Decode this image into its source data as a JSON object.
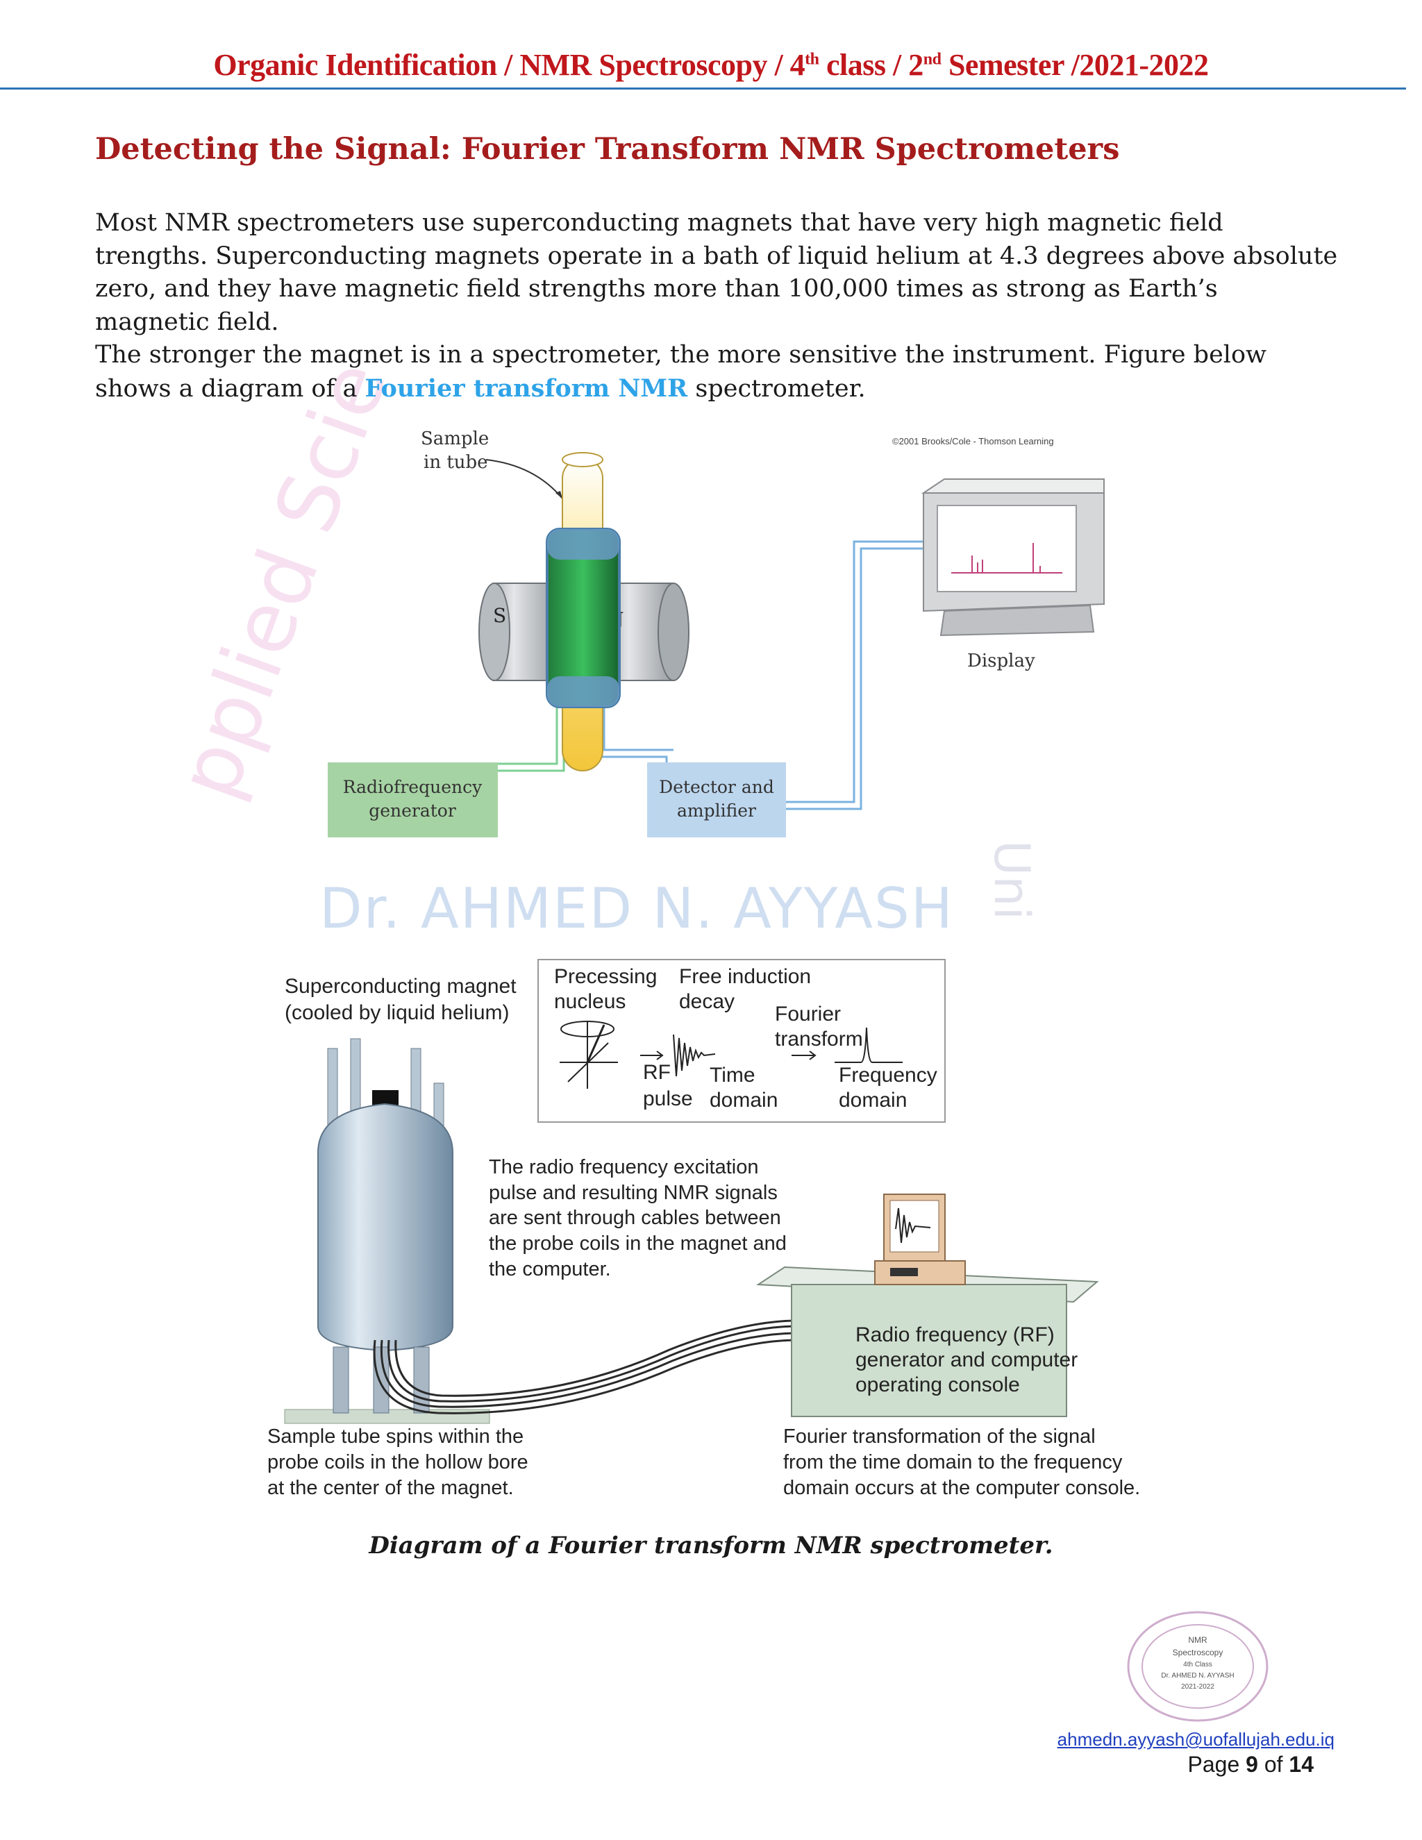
{
  "header": {
    "part1": "Organic Identification / NMR Spectroscopy / 4",
    "sup1": "th",
    "part2": " class / 2",
    "sup2": "nd",
    "part3": " Semester /2021-2022"
  },
  "section_heading": "Detecting the Signal: Fourier Transform NMR Spectrometers",
  "body": {
    "p1": "Most NMR spectrometers use superconducting magnets that have very high magnetic field trengths. Superconducting magnets operate in a bath of liquid helium at 4.3 degrees above absolute zero, and they have magnetic field strengths more than 100,000 times as strong as Earth’s magnetic field.",
    "p2_start": "The stronger the magnet is in a spectrometer, the more sensitive the instrument. Figure below shows a diagram of a ",
    "p2_highlight": "Fourier transform NMR",
    "p2_end": " spectrometer."
  },
  "figure_top": {
    "sample_label_1": "Sample",
    "sample_label_2": "in tube",
    "copyright": "©2001 Brooks/Cole - Thomson Learning",
    "pole_s": "S",
    "pole_n": "N",
    "display_label": "Display",
    "rf_gen_1": "Radiofrequency",
    "rf_gen_2": "generator",
    "detector_1": "Detector and",
    "detector_2": "amplifier"
  },
  "watermarks": {
    "name": "Dr. AHMED N. AYYASH",
    "left": "pplied Scie",
    "right": "Uni"
  },
  "figure_bottom": {
    "magnet_label_1": "Superconducting magnet",
    "magnet_label_2": "(cooled by liquid helium)",
    "precessing_1": "Precessing",
    "precessing_2": "nucleus",
    "fid_1": "Free induction",
    "fid_2": "decay",
    "fourier_1": "Fourier",
    "fourier_2": "transform",
    "rf_1": "RF",
    "rf_2": "pulse",
    "time_1": "Time",
    "time_2": "domain",
    "freq_1": "Frequency",
    "freq_2": "domain",
    "cables_1": "The radio frequency excitation",
    "cables_2": "pulse and resulting NMR signals",
    "cables_3": "are sent through cables between",
    "cables_4": "the probe coils in the magnet and",
    "cables_5": "the computer.",
    "console_1": "Radio frequency (RF)",
    "console_2": "generator and computer",
    "console_3": "operating console",
    "sample_1": "Sample tube spins within the",
    "sample_2": "probe coils in the hollow bore",
    "sample_3": "at the center of the magnet.",
    "ft_1": "Fourier transformation of the signal",
    "ft_2": "from the time domain to the frequency",
    "ft_3": "domain occurs at the computer console."
  },
  "caption": "Diagram of a Fourier transform NMR spectrometer.",
  "stamp": {
    "line1": "NMR",
    "line2": "Spectroscopy",
    "line3": "4th Class",
    "line4": "Dr. AHMED N. AYYASH",
    "line5": "2021-2022"
  },
  "footer": {
    "email": "ahmedn.ayyash@uofallujah.edu.iq",
    "page_label": "Page",
    "page_current": "9",
    "page_of": "of",
    "page_total": "14"
  },
  "colors": {
    "header": "#c0171c",
    "heading": "#a51c1c",
    "highlight": "#2ea3e8",
    "rule": "#2e74b5"
  }
}
